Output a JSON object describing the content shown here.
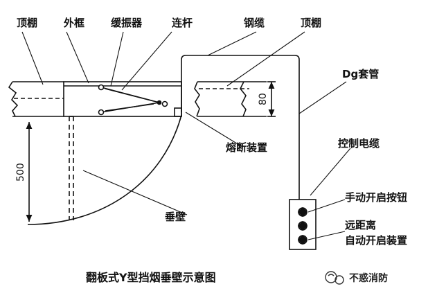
{
  "diagram": {
    "title": "翻板式Y型挡烟垂壁示意图",
    "labels": {
      "ceiling_left": "顶棚",
      "outer_frame": "外框",
      "damper": "缓振器",
      "link_rod": "连杆",
      "steel_cable": "钢缆",
      "ceiling_right": "顶棚",
      "dg_sleeve": "Dg套管",
      "fusible_device": "熔断装置",
      "control_cable": "控制电缆",
      "hanging_wall": "垂壁",
      "manual_button": "手动开启按钮",
      "remote_device_line1": "远距离",
      "remote_device_line2": "自动开启装置"
    },
    "dimensions": {
      "drop_height": "500",
      "ceiling_thickness": "80"
    }
  },
  "watermark": {
    "text": "不惑消防"
  },
  "colors": {
    "ink": "#111111",
    "background": "#ffffff"
  }
}
